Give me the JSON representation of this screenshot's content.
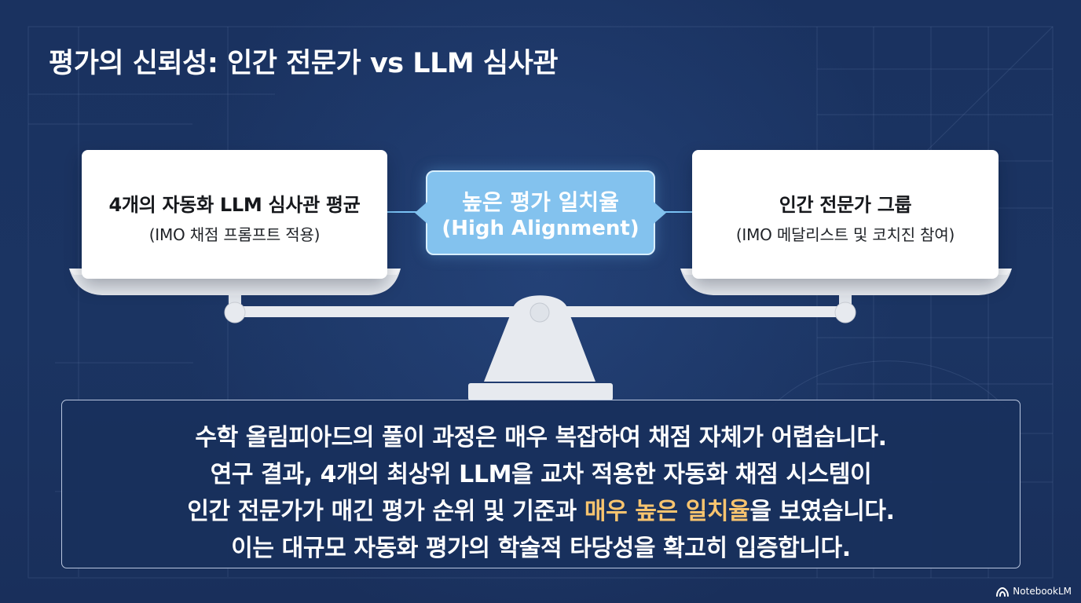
{
  "title": "평가의 신뢰성: 인간 전문가 vs LLM 심사관",
  "left_card": {
    "title": "4개의 자동화 LLM 심사관 평균",
    "subtitle": "(IMO 채점 프롬프트 적용)"
  },
  "right_card": {
    "title": "인간 전문가 그룹",
    "subtitle": "(IMO 메달리스트 및 코치진 참여)"
  },
  "center_bubble": {
    "main": "높은 평가 일치율",
    "subtitle": "(High Alignment)"
  },
  "description": {
    "line_1": "수학 올림피아드의 풀이 과정은 매우 복잡하여 채점 자체가 어렵습니다.",
    "line_2": "연구 결과, 4개의 최상위 LLM을 교차 적용한 자동화 채점 시스템이",
    "line_3_before": "인간 전문가가 매긴 평가 순위 및 기준과 ",
    "line_3_highlight": "매우 높은 일치율",
    "line_3_after": "을 보였습니다.",
    "line_4": "이는 대규모 자동화 평가의 학술적 타당성을 확고히 입증합니다."
  },
  "brand": "NotebookLM",
  "colors": {
    "background": "#1b325f",
    "bubble": "#83c2ee",
    "highlight": "#f8c46f",
    "card": "#ffffff",
    "scale": "#e7eaef"
  },
  "icons": {
    "brand": "notebooklm-logo-icon"
  }
}
